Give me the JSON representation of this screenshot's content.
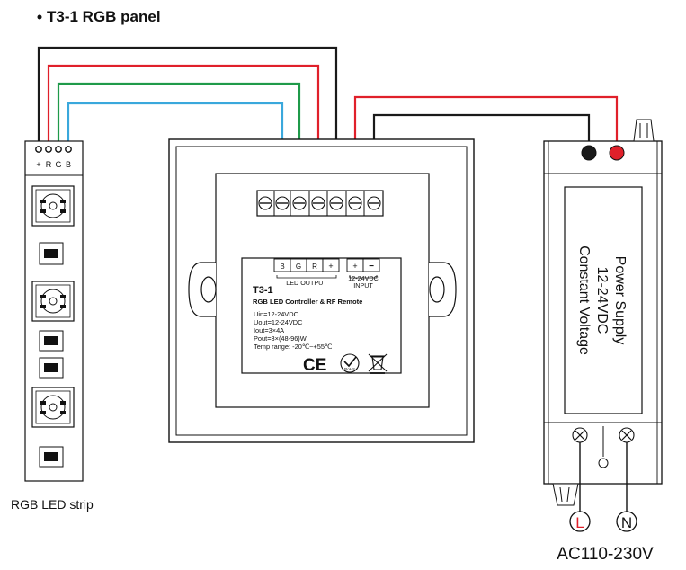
{
  "title": "T3-1  RGB panel",
  "strip": {
    "label": "RGB LED strip",
    "terminals": [
      "+",
      "R",
      "G",
      "B"
    ]
  },
  "panel": {
    "terminals": [
      "B",
      "G",
      "R",
      "+",
      "+",
      "−"
    ],
    "label_output": "LED OUTPUT",
    "label_input_1": "12-24VDC",
    "label_input_2": "INPUT",
    "model": "T3-1",
    "subtitle": "RGB LED Controller & RF Remote",
    "specs": [
      "Uin=12-24VDC",
      "Uout=12-24VDC",
      "Iout=3×4A",
      "Pout=3×(48-96)W",
      "Temp range: -20℃~+55℃"
    ],
    "mark_ce": "CE",
    "mark_rohs": "RoHS"
  },
  "psu": {
    "line1": "Power Supply",
    "line2": "12-24VDC",
    "line3": "Constant Voltage",
    "ac_l": "L",
    "ac_n": "N",
    "ac_label": "AC110-230V"
  },
  "colors": {
    "black_wire": "#1a1a1a",
    "red_wire": "#e0202a",
    "green_wire": "#1f9a4a",
    "blue_wire": "#3aa8dc",
    "ac_wire": "#e0202a"
  }
}
